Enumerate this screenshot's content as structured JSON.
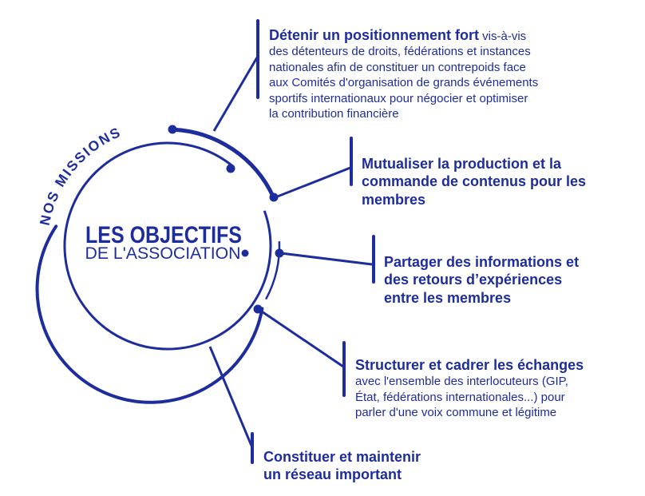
{
  "colors": {
    "ink": "#1e2d9c",
    "background": "#ffffff"
  },
  "badge": {
    "arc_label": "NOS MISSIONS",
    "title": "LES OBJECTIFS",
    "subtitle": "DE L'ASSOCIATION"
  },
  "missions": [
    {
      "key": "detenir",
      "title": "Détenir un positionnement fort",
      "body": " vis-à-vis\ndes détenteurs de droits, fédérations et instances\nnationales afin de constituer un contrepoids face\naux Comités d'organisation de grands événements\nsportifs internationaux pour négocier et optimiser\nla contribution financière"
    },
    {
      "key": "mutualiser",
      "title": "Mutualiser la production et la\ncommande de contenus pour les\nmembres",
      "body": ""
    },
    {
      "key": "partager",
      "title": "Partager des informations et\ndes retours d’expériences\nentre les membres",
      "body": ""
    },
    {
      "key": "structurer",
      "title": "Structurer et cadrer les échanges",
      "body": "\navec l'ensemble des interlocuteurs (GIP,\nÉtat, fédérations internationales...) pour\nparler d'une voix commune et légitime"
    },
    {
      "key": "constituer",
      "title": "Constituer et maintenir\nun réseau important",
      "body": ""
    }
  ]
}
